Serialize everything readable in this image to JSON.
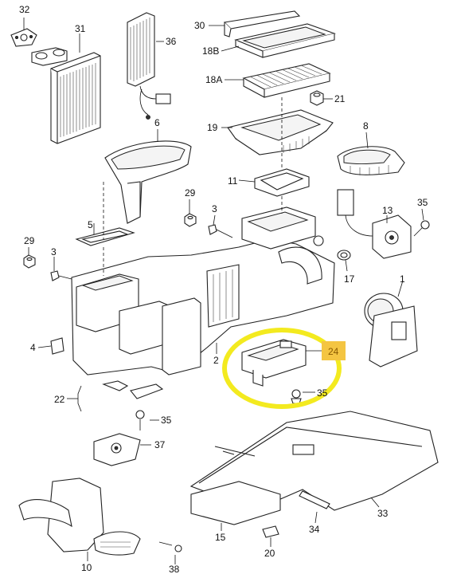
{
  "colors": {
    "highlight_ellipse": "#f3ea1f",
    "highlight_tag_bg": "#f4c542",
    "highlight_tag_text": "#8a5a00",
    "lines": "#222222"
  },
  "highlighted_part": "24",
  "labels": {
    "p1": "1",
    "p2": "2",
    "p3a": "3",
    "p3b": "3",
    "p4": "4",
    "p5": "5",
    "p6": "6",
    "p8": "8",
    "p10": "10",
    "p11": "11",
    "p13": "13",
    "p15": "15",
    "p17": "17",
    "p18a": "18A",
    "p18b": "18B",
    "p19": "19",
    "p20": "20",
    "p21": "21",
    "p22": "22",
    "p24": "24",
    "p29a": "29",
    "p29b": "29",
    "p30": "30",
    "p31": "31",
    "p32": "32",
    "p33": "33",
    "p34": "34",
    "p35a": "35",
    "p35b": "35",
    "p35c": "35",
    "p36": "36",
    "p37": "37",
    "p38": "38"
  },
  "icons": [
    "heater-core",
    "filter",
    "blower-motor",
    "bolt",
    "nut",
    "clip",
    "resistor-module",
    "air-duct",
    "servo-motor"
  ]
}
